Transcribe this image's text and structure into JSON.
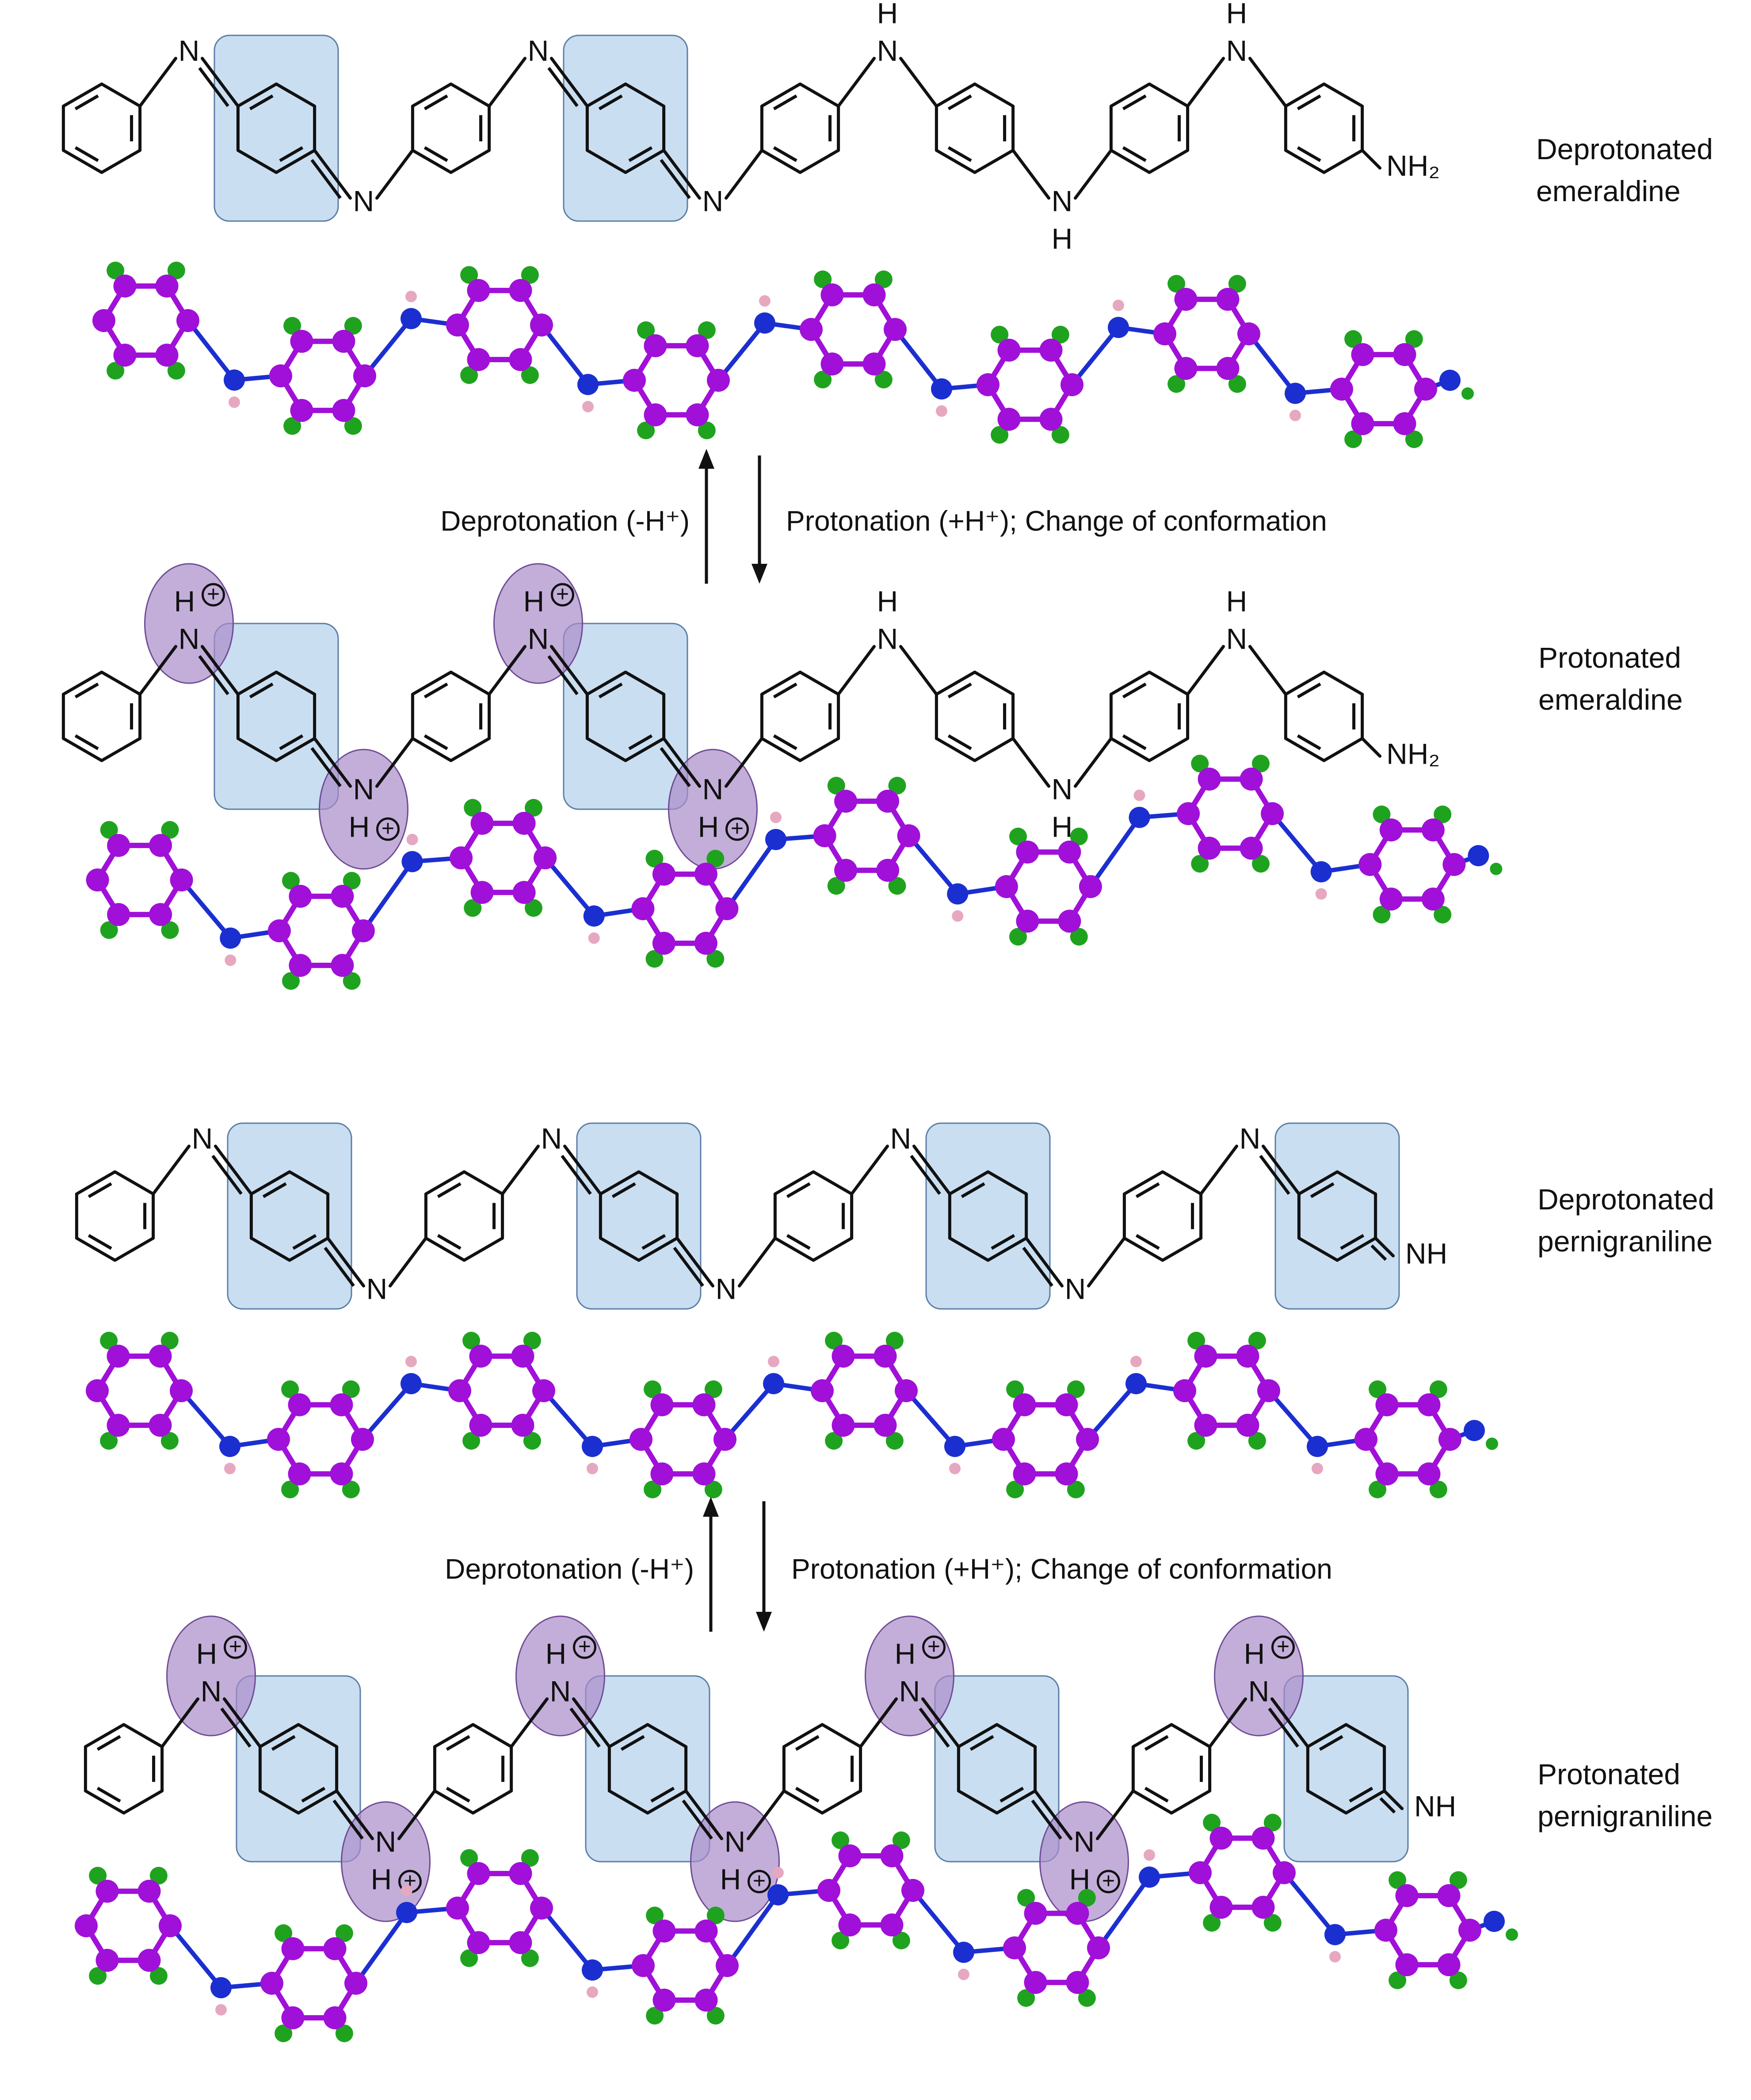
{
  "labels": {
    "row1": [
      "Deprotonated",
      "emeraldine"
    ],
    "row2": [
      "Protonated",
      "emeraldine"
    ],
    "row3": [
      "Deprotonated",
      "pernigraniline"
    ],
    "row4": [
      "Protonated",
      "pernigraniline"
    ]
  },
  "arrows": {
    "top": {
      "left_text": "Deprotonation (-H⁺)",
      "right_text": "Protonation (+H⁺); Change of conformation"
    },
    "bottom": {
      "left_text": "Deprotonation (-H⁺)",
      "right_text": "Protonation (+H⁺); Change of conformation"
    }
  },
  "atoms": {
    "N": "N",
    "H": "H",
    "NH": "NH",
    "NH2": "NH₂",
    "plus": "+"
  },
  "colors": {
    "bond": "#111111",
    "quinoid_box": "#9ec3e6",
    "quinoid_box_stroke": "#5b7ea6",
    "proton_ellipse": "#a98bc9",
    "proton_ellipse_stroke": "#6f4d96",
    "carbon_ball": "#a010d8",
    "hydrogen_ball": "#1fa31f",
    "nitrogen_ball": "#1b2fd0",
    "lone_pair": "#e6a8c0"
  }
}
